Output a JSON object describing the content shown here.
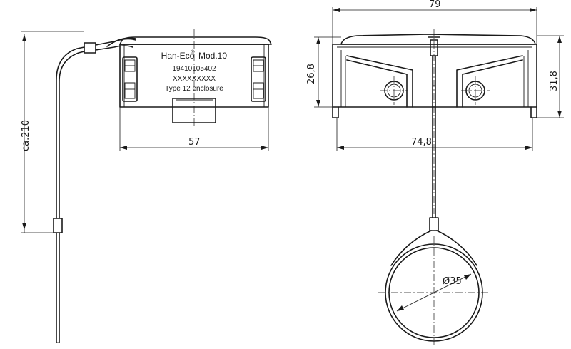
{
  "dimensions": {
    "cable_length": "ca.210",
    "front_width": "57",
    "side_width_top": "79",
    "side_width_bottom": "74,8",
    "side_height_left": "26,8",
    "side_height_right": "31,8",
    "ring_diameter": "Ø35"
  },
  "cover_label": {
    "line1": "Han-Eco",
    "line1_sup": "®",
    "line1_b": "Mod.10",
    "line2": "19410105402",
    "line3": "XXXXXXXXX",
    "line4": "Type 12 enclosure"
  }
}
